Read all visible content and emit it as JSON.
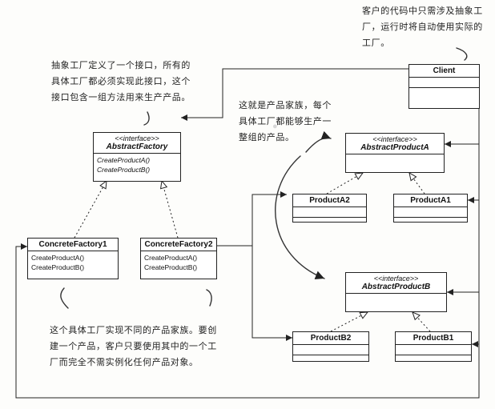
{
  "interface_stereotype": "<<interface>>",
  "classes": {
    "client": {
      "name": "Client"
    },
    "abstract_factory": {
      "name": "AbstractFactory",
      "ops": [
        "CreateProductA()",
        "CreateProductB()"
      ]
    },
    "concrete_factory_1": {
      "name": "ConcreteFactory1",
      "ops": [
        "CreateProductA()",
        "CreateProductB()"
      ]
    },
    "concrete_factory_2": {
      "name": "ConcreteFactory2",
      "ops": [
        "CreateProductA()",
        "CreateProductB()"
      ]
    },
    "abstract_product_a": {
      "name": "AbstractProductA"
    },
    "product_a2": {
      "name": "ProductA2"
    },
    "product_a1": {
      "name": "ProductA1"
    },
    "abstract_product_b": {
      "name": "AbstractProductB"
    },
    "product_b2": {
      "name": "ProductB2"
    },
    "product_b1": {
      "name": "ProductB1"
    }
  },
  "notes": {
    "client_note": [
      "客户的代码中只需涉及抽象工",
      "厂，运行时将自动使用实际的",
      "工厂。"
    ],
    "factory_note": [
      "抽象工厂定义了一个接口，所有的",
      "具体工厂都必须实现此接口，这个",
      "接口包含一组方法用来生产产品。"
    ],
    "family_note": [
      "这就是产品家族，每个",
      "具体工厂都能够生产一",
      "整组的产品。"
    ],
    "concrete_note": [
      "这个具体工厂实现不同的产品家族。要创",
      "建一个产品，客户只要使用其中的一个工",
      "厂而完全不需实例化任何产品对象。"
    ]
  },
  "colors": {
    "line": "#222222",
    "accent_arrow": "#333333",
    "background": "#fdfdfb"
  }
}
